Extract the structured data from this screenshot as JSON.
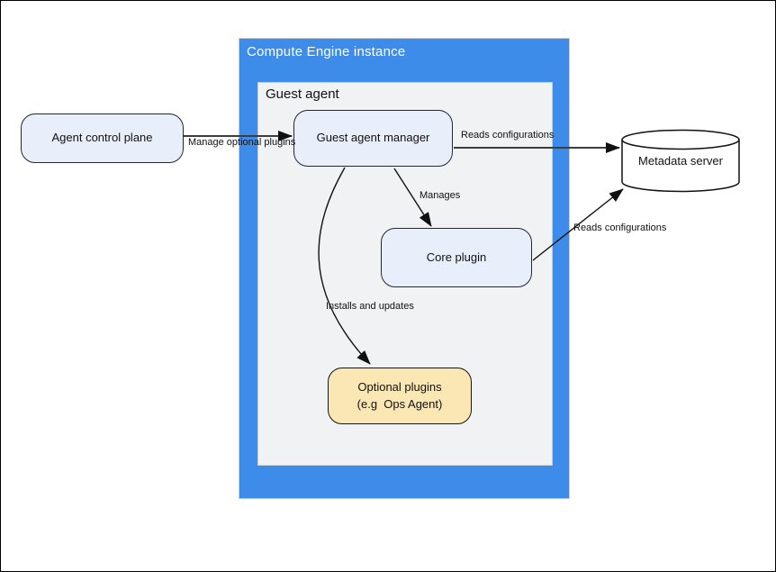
{
  "diagram": {
    "containers": {
      "compute_engine": {
        "label": "Compute Engine instance",
        "fill": "#3E8CE9"
      },
      "guest_agent": {
        "label": "Guest agent",
        "fill": "#F1F2F4"
      }
    },
    "nodes": {
      "agent_control_plane": {
        "label": "Agent control plane",
        "fill": "#E9EEFB"
      },
      "guest_agent_manager": {
        "label": "Guest agent manager",
        "fill": "#E9EEFB"
      },
      "core_plugin": {
        "label": "Core plugin",
        "fill": "#E9EEFB"
      },
      "optional_plugins": {
        "label_line1": "Optional plugins",
        "label_line2": "(e.g  Ops Agent)",
        "fill": "#FBE7B4"
      },
      "metadata_server": {
        "label": "Metadata server",
        "shape": "cylinder",
        "fill": "#FFFFFF"
      }
    },
    "edges": {
      "manage_optional_plugins": {
        "from": "agent_control_plane",
        "to": "guest_agent_manager",
        "label": "Manage optional plugins"
      },
      "reads_configurations_manager": {
        "from": "guest_agent_manager",
        "to": "metadata_server",
        "label": "Reads configurations"
      },
      "manages": {
        "from": "guest_agent_manager",
        "to": "core_plugin",
        "label": "Manages"
      },
      "installs_and_updates": {
        "from": "guest_agent_manager",
        "to": "optional_plugins",
        "label": "Installs and updates"
      },
      "reads_configurations_core": {
        "from": "core_plugin",
        "to": "metadata_server",
        "label": "Reads configurations"
      }
    }
  }
}
